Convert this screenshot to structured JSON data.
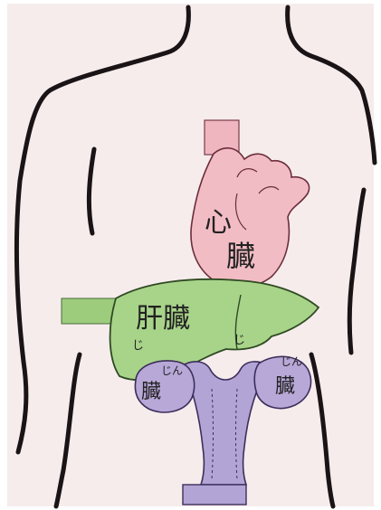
{
  "colors": {
    "background": "#f6ecec",
    "outline": "#1a1416",
    "heart": "#f2bcc4",
    "heart_square": "#f0b6bf",
    "liver": "#a8d48a",
    "band": "#9ccc7c",
    "kidney": "#b8a8d8",
    "bladder": "#b3a4d6"
  },
  "labels": {
    "heart_line1": "心",
    "heart_line2": "臓",
    "liver": "肝臓",
    "kidney_left_line1": "じん",
    "kidney_left_line2": "臓",
    "kidney_right_line1": "じん",
    "kidney_right_line2": "臓",
    "liver_small_left": "じ",
    "liver_small_right": "じ"
  }
}
